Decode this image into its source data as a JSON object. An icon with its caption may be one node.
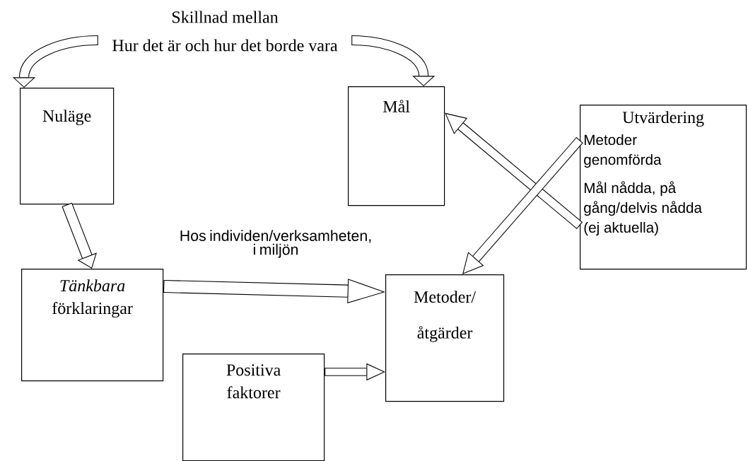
{
  "diagram": {
    "nodes": [
      {
        "text": [
          "Skillnad mellan",
          "Hur det är och hur det borde vara"
        ]
      },
      {
        "text": [
          "Nuläge"
        ]
      },
      {
        "text": [
          "Mål"
        ]
      },
      {
        "text": [
          "Utvärdering",
          "Metoder genomförda",
          "Mål nådda, på gång/delvis nådda (ej aktuella)"
        ]
      },
      {
        "text": [
          "*Tänkbara* förklaringar"
        ]
      },
      {
        "text": [
          "Metoder/ åtgärder"
        ]
      },
      {
        "text": [
          "Positiva faktorer"
        ]
      }
    ],
    "edges": [
      {
        "from": 0,
        "to": 1,
        "arrow": "to"
      },
      {
        "from": 0,
        "to": 2,
        "arrow": "to"
      },
      {
        "from": 1,
        "to": 4,
        "arrow": "to"
      },
      {
        "from": 4,
        "to": 5,
        "arrow": "to",
        "label": "Hos individen/verksamheten, i miljön"
      },
      {
        "from": 6,
        "to": 5,
        "arrow": "to"
      },
      {
        "from": 3,
        "to": 2,
        "arrow": "to"
      },
      {
        "from": 3,
        "to": 5,
        "arrow": "to"
      }
    ]
  }
}
